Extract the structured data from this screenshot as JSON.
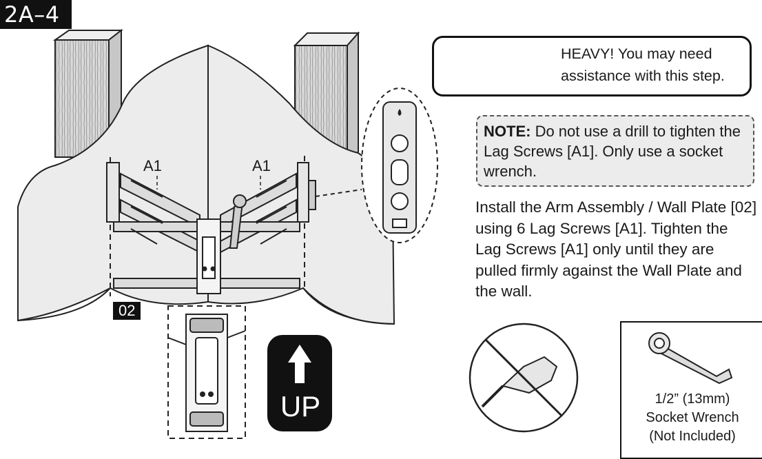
{
  "step": {
    "label": "2A–4"
  },
  "warning": {
    "title": "HEAVY!",
    "line1_rest": " You may need",
    "line2": "assistance with this step.",
    "icon": "warning-triangle-icon",
    "people_icon": "two-people-lifting-icon"
  },
  "note": {
    "label": "NOTE:",
    "text": " Do not use a drill to tighten the Lag Screws [A1]. Only use a socket wrench."
  },
  "instruction": {
    "text": "Install the Arm Assembly / Wall Plate [02] using 6 Lag Screws [A1]. Tighten the Lag Screws [A1] only until they are pulled firmly against the Wall Plate and the wall."
  },
  "parts": {
    "lag_screw_left": "A1",
    "lag_screw_right": "A1",
    "wall_plate": "02"
  },
  "up_badge": {
    "label": "UP",
    "icon": "up-arrow-icon"
  },
  "tool": {
    "line1": "1/2” (13mm)",
    "line2": "Socket Wrench",
    "line3": "(Not Included)",
    "icon": "socket-wrench-icon"
  },
  "no_drill": {
    "icon": "no-drill-icon"
  },
  "level": {
    "icon": "bubble-level-icon"
  }
}
